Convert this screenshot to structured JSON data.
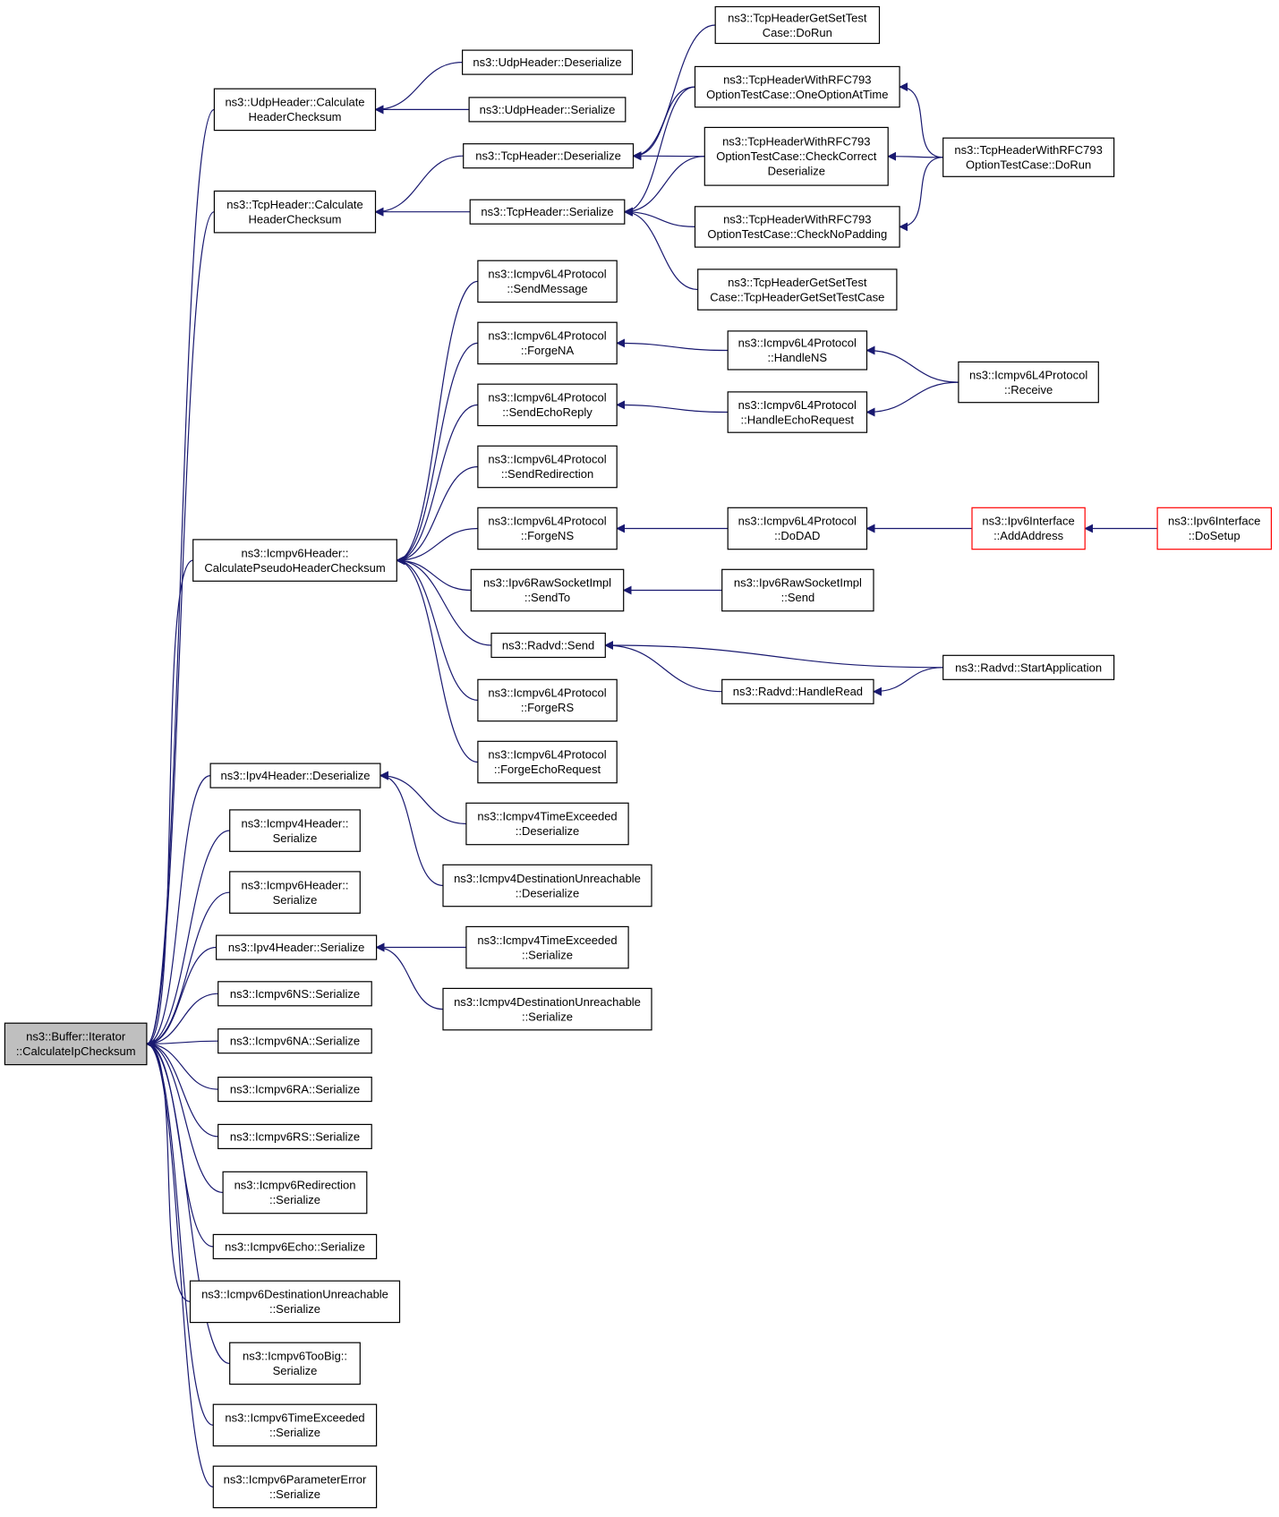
{
  "graph": {
    "nodes": [
      {
        "id": "root",
        "lines": [
          "ns3::Buffer::Iterator",
          "::CalculateIpChecksum"
        ],
        "style": "root"
      },
      {
        "id": "udp_calc",
        "lines": [
          "ns3::UdpHeader::Calculate",
          "HeaderChecksum"
        ]
      },
      {
        "id": "udp_deser",
        "lines": [
          "ns3::UdpHeader::Deserialize"
        ]
      },
      {
        "id": "udp_ser",
        "lines": [
          "ns3::UdpHeader::Serialize"
        ]
      },
      {
        "id": "tcp_calc",
        "lines": [
          "ns3::TcpHeader::Calculate",
          "HeaderChecksum"
        ]
      },
      {
        "id": "tcp_deser",
        "lines": [
          "ns3::TcpHeader::Deserialize"
        ]
      },
      {
        "id": "tcp_ser",
        "lines": [
          "ns3::TcpHeader::Serialize"
        ]
      },
      {
        "id": "tcpgs_dorun",
        "lines": [
          "ns3::TcpHeaderGetSetTest",
          "Case::DoRun"
        ]
      },
      {
        "id": "rfc_one",
        "lines": [
          "ns3::TcpHeaderWithRFC793",
          "OptionTestCase::OneOptionAtTime"
        ]
      },
      {
        "id": "rfc_check",
        "lines": [
          "ns3::TcpHeaderWithRFC793",
          "OptionTestCase::CheckCorrect",
          "Deserialize"
        ]
      },
      {
        "id": "rfc_nopad",
        "lines": [
          "ns3::TcpHeaderWithRFC793",
          "OptionTestCase::CheckNoPadding"
        ]
      },
      {
        "id": "rfc_dorun",
        "lines": [
          "ns3::TcpHeaderWithRFC793",
          "OptionTestCase::DoRun"
        ]
      },
      {
        "id": "tcpgs_ctor",
        "lines": [
          "ns3::TcpHeaderGetSetTest",
          "Case::TcpHeaderGetSetTestCase"
        ]
      },
      {
        "id": "icmpv6_pseudo",
        "lines": [
          "ns3::Icmpv6Header::",
          "CalculatePseudoHeaderChecksum"
        ]
      },
      {
        "id": "l4_sendmsg",
        "lines": [
          "ns3::Icmpv6L4Protocol",
          "::SendMessage"
        ]
      },
      {
        "id": "l4_forgena",
        "lines": [
          "ns3::Icmpv6L4Protocol",
          "::ForgeNA"
        ]
      },
      {
        "id": "l4_sendecho",
        "lines": [
          "ns3::Icmpv6L4Protocol",
          "::SendEchoReply"
        ]
      },
      {
        "id": "l4_sendredir",
        "lines": [
          "ns3::Icmpv6L4Protocol",
          "::SendRedirection"
        ]
      },
      {
        "id": "l4_forgens",
        "lines": [
          "ns3::Icmpv6L4Protocol",
          "::ForgeNS"
        ]
      },
      {
        "id": "raw_sendto",
        "lines": [
          "ns3::Ipv6RawSocketImpl",
          "::SendTo"
        ]
      },
      {
        "id": "radvd_send",
        "lines": [
          "ns3::Radvd::Send"
        ]
      },
      {
        "id": "l4_forgers",
        "lines": [
          "ns3::Icmpv6L4Protocol",
          "::ForgeRS"
        ]
      },
      {
        "id": "l4_forgeecho",
        "lines": [
          "ns3::Icmpv6L4Protocol",
          "::ForgeEchoRequest"
        ]
      },
      {
        "id": "l4_handlens",
        "lines": [
          "ns3::Icmpv6L4Protocol",
          "::HandleNS"
        ]
      },
      {
        "id": "l4_handleecho",
        "lines": [
          "ns3::Icmpv6L4Protocol",
          "::HandleEchoRequest"
        ]
      },
      {
        "id": "l4_receive",
        "lines": [
          "ns3::Icmpv6L4Protocol",
          "::Receive"
        ]
      },
      {
        "id": "l4_dodad",
        "lines": [
          "ns3::Icmpv6L4Protocol",
          "::DoDAD"
        ]
      },
      {
        "id": "ipv6if_addaddr",
        "lines": [
          "ns3::Ipv6Interface",
          "::AddAddress"
        ],
        "style": "red"
      },
      {
        "id": "ipv6if_dosetup",
        "lines": [
          "ns3::Ipv6Interface",
          "::DoSetup"
        ],
        "style": "red"
      },
      {
        "id": "raw_send",
        "lines": [
          "ns3::Ipv6RawSocketImpl",
          "::Send"
        ]
      },
      {
        "id": "radvd_start",
        "lines": [
          "ns3::Radvd::StartApplication"
        ]
      },
      {
        "id": "radvd_handleread",
        "lines": [
          "ns3::Radvd::HandleRead"
        ]
      },
      {
        "id": "ipv4_deser",
        "lines": [
          "ns3::Ipv4Header::Deserialize"
        ]
      },
      {
        "id": "icmpv4te_deser",
        "lines": [
          "ns3::Icmpv4TimeExceeded",
          "::Deserialize"
        ]
      },
      {
        "id": "icmpv4du_deser",
        "lines": [
          "ns3::Icmpv4DestinationUnreachable",
          "::Deserialize"
        ]
      },
      {
        "id": "icmpv4h_ser",
        "lines": [
          "ns3::Icmpv4Header::",
          "Serialize"
        ]
      },
      {
        "id": "icmpv6h_ser",
        "lines": [
          "ns3::Icmpv6Header::",
          "Serialize"
        ]
      },
      {
        "id": "ipv4_ser",
        "lines": [
          "ns3::Ipv4Header::Serialize"
        ]
      },
      {
        "id": "icmpv4te_ser",
        "lines": [
          "ns3::Icmpv4TimeExceeded",
          "::Serialize"
        ]
      },
      {
        "id": "icmpv4du_ser",
        "lines": [
          "ns3::Icmpv4DestinationUnreachable",
          "::Serialize"
        ]
      },
      {
        "id": "ns_ser",
        "lines": [
          "ns3::Icmpv6NS::Serialize"
        ]
      },
      {
        "id": "na_ser",
        "lines": [
          "ns3::Icmpv6NA::Serialize"
        ]
      },
      {
        "id": "ra_ser",
        "lines": [
          "ns3::Icmpv6RA::Serialize"
        ]
      },
      {
        "id": "rs_ser",
        "lines": [
          "ns3::Icmpv6RS::Serialize"
        ]
      },
      {
        "id": "redir_ser",
        "lines": [
          "ns3::Icmpv6Redirection",
          "::Serialize"
        ]
      },
      {
        "id": "echo_ser",
        "lines": [
          "ns3::Icmpv6Echo::Serialize"
        ]
      },
      {
        "id": "du6_ser",
        "lines": [
          "ns3::Icmpv6DestinationUnreachable",
          "::Serialize"
        ]
      },
      {
        "id": "toobig_ser",
        "lines": [
          "ns3::Icmpv6TooBig::",
          "Serialize"
        ]
      },
      {
        "id": "te6_ser",
        "lines": [
          "ns3::Icmpv6TimeExceeded",
          "::Serialize"
        ]
      },
      {
        "id": "param_ser",
        "lines": [
          "ns3::Icmpv6ParameterError",
          "::Serialize"
        ]
      }
    ],
    "edges": [
      [
        "udp_calc",
        "root"
      ],
      [
        "tcp_calc",
        "root"
      ],
      [
        "icmpv6_pseudo",
        "root"
      ],
      [
        "ipv4_deser",
        "root"
      ],
      [
        "icmpv4h_ser",
        "root"
      ],
      [
        "icmpv6h_ser",
        "root"
      ],
      [
        "ipv4_ser",
        "root"
      ],
      [
        "ns_ser",
        "root"
      ],
      [
        "na_ser",
        "root"
      ],
      [
        "ra_ser",
        "root"
      ],
      [
        "rs_ser",
        "root"
      ],
      [
        "redir_ser",
        "root"
      ],
      [
        "echo_ser",
        "root"
      ],
      [
        "du6_ser",
        "root"
      ],
      [
        "toobig_ser",
        "root"
      ],
      [
        "te6_ser",
        "root"
      ],
      [
        "param_ser",
        "root"
      ],
      [
        "udp_deser",
        "udp_calc"
      ],
      [
        "udp_ser",
        "udp_calc"
      ],
      [
        "tcp_deser",
        "tcp_calc"
      ],
      [
        "tcp_ser",
        "tcp_calc"
      ],
      [
        "tcpgs_dorun",
        "tcp_deser"
      ],
      [
        "rfc_one",
        "tcp_deser"
      ],
      [
        "rfc_check",
        "tcp_deser"
      ],
      [
        "rfc_one",
        "tcp_ser"
      ],
      [
        "rfc_check",
        "tcp_ser"
      ],
      [
        "rfc_nopad",
        "tcp_ser"
      ],
      [
        "tcpgs_ctor",
        "tcp_ser"
      ],
      [
        "rfc_dorun",
        "rfc_one"
      ],
      [
        "rfc_dorun",
        "rfc_check"
      ],
      [
        "rfc_dorun",
        "rfc_nopad"
      ],
      [
        "l4_sendmsg",
        "icmpv6_pseudo"
      ],
      [
        "l4_forgena",
        "icmpv6_pseudo"
      ],
      [
        "l4_sendecho",
        "icmpv6_pseudo"
      ],
      [
        "l4_sendredir",
        "icmpv6_pseudo"
      ],
      [
        "l4_forgens",
        "icmpv6_pseudo"
      ],
      [
        "raw_sendto",
        "icmpv6_pseudo"
      ],
      [
        "radvd_send",
        "icmpv6_pseudo"
      ],
      [
        "l4_forgers",
        "icmpv6_pseudo"
      ],
      [
        "l4_forgeecho",
        "icmpv6_pseudo"
      ],
      [
        "l4_handlens",
        "l4_forgena"
      ],
      [
        "l4_handleecho",
        "l4_sendecho"
      ],
      [
        "l4_receive",
        "l4_handlens"
      ],
      [
        "l4_receive",
        "l4_handleecho"
      ],
      [
        "l4_dodad",
        "l4_forgens"
      ],
      [
        "ipv6if_addaddr",
        "l4_dodad"
      ],
      [
        "ipv6if_dosetup",
        "ipv6if_addaddr"
      ],
      [
        "raw_send",
        "raw_sendto"
      ],
      [
        "radvd_start",
        "radvd_send"
      ],
      [
        "radvd_handleread",
        "radvd_send"
      ],
      [
        "radvd_start",
        "radvd_handleread"
      ],
      [
        "icmpv4te_deser",
        "ipv4_deser"
      ],
      [
        "icmpv4du_deser",
        "ipv4_deser"
      ],
      [
        "icmpv4te_ser",
        "ipv4_ser"
      ],
      [
        "icmpv4du_ser",
        "ipv4_ser"
      ]
    ]
  },
  "colors": {
    "edge": "#191970",
    "root_fill": "#bfbfbf",
    "red_border": "#ff0000"
  }
}
